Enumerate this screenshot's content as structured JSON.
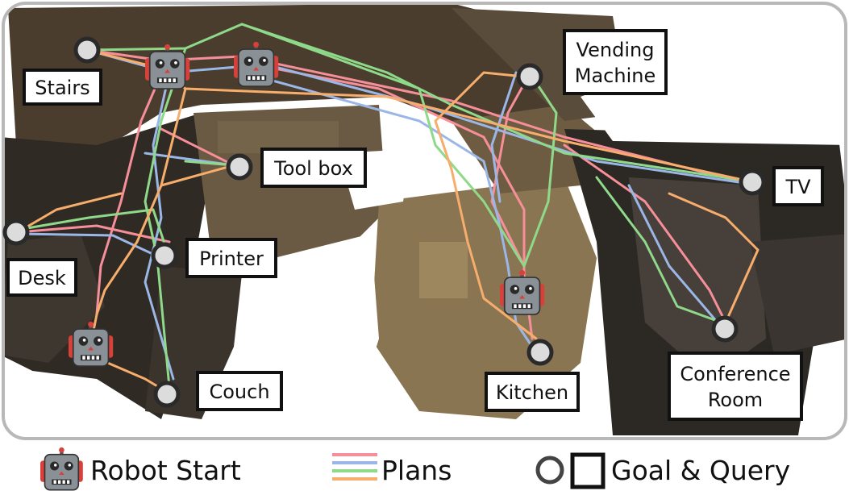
{
  "colors": {
    "plan_pink": "#f78f9a",
    "plan_blue": "#9ab7e8",
    "plan_green": "#8fd98a",
    "plan_orange": "#f7ad6b",
    "goal_fill": "#dcdcdc",
    "goal_ring": "#2a2a2a",
    "frame": "#b8b8b8",
    "robot_body": "#8a9196",
    "robot_ear": "#d9403a"
  },
  "locations": [
    {
      "id": "stairs",
      "lines": [
        "Stairs"
      ]
    },
    {
      "id": "tool-box",
      "lines": [
        "Tool box"
      ]
    },
    {
      "id": "vending-machine",
      "lines": [
        "Vending",
        "Machine"
      ]
    },
    {
      "id": "tv",
      "lines": [
        "TV"
      ]
    },
    {
      "id": "desk",
      "lines": [
        "Desk"
      ]
    },
    {
      "id": "printer",
      "lines": [
        "Printer"
      ]
    },
    {
      "id": "couch",
      "lines": [
        "Couch"
      ]
    },
    {
      "id": "kitchen",
      "lines": [
        "Kitchen"
      ]
    },
    {
      "id": "conference-room",
      "lines": [
        "Conference",
        "Room"
      ]
    }
  ],
  "robot_icon": "robot-icon",
  "legend": {
    "robot_start": "Robot Start",
    "plans": "Plans",
    "goal_query": "Goal & Query"
  }
}
